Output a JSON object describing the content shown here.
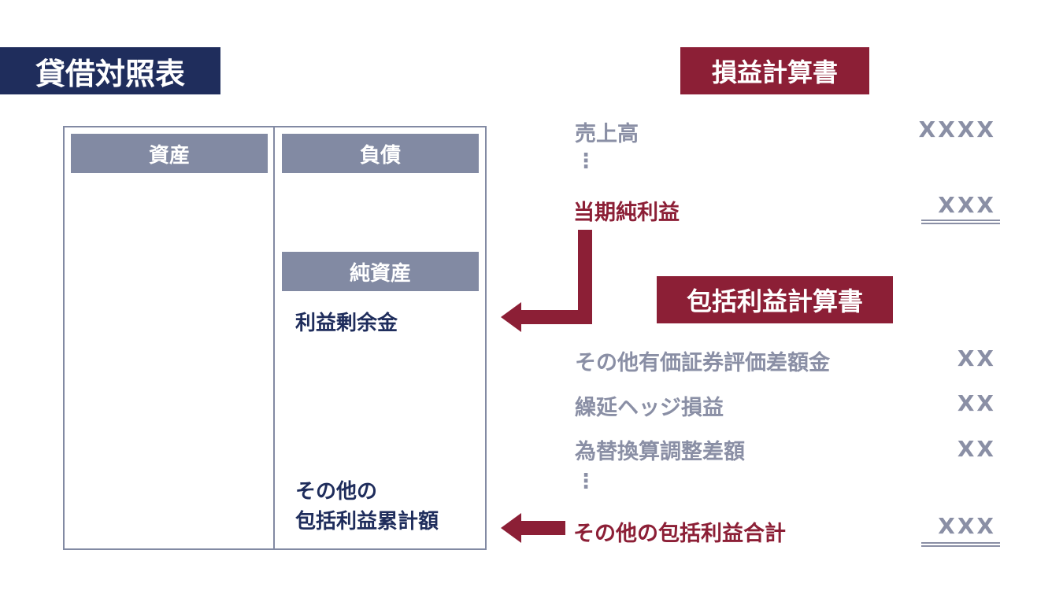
{
  "balance_sheet": {
    "title": "貸借対照表",
    "assets_header": "資産",
    "liabilities_header": "負債",
    "net_assets_header": "純資産",
    "retained_earnings": "利益剰余金",
    "aoci_line1": "その他の",
    "aoci_line2": "包括利益累計額"
  },
  "income_statement": {
    "title": "損益計算書",
    "sales_label": "売上高",
    "sales_value": "XXXX",
    "net_income_label": "当期純利益",
    "net_income_value": "XXX"
  },
  "comprehensive_income": {
    "title": "包括利益計算書",
    "items": [
      {
        "label": "その他有価証券評価差額金",
        "value": "XX"
      },
      {
        "label": "繰延ヘッジ損益",
        "value": "XX"
      },
      {
        "label": "為替換算調整差額",
        "value": "XX"
      }
    ],
    "total_label": "その他の包括利益合計",
    "total_value": "XXX"
  },
  "colors": {
    "navy": "#1f2d5c",
    "crimson": "#8c1f36",
    "gray": "#828aa3"
  }
}
